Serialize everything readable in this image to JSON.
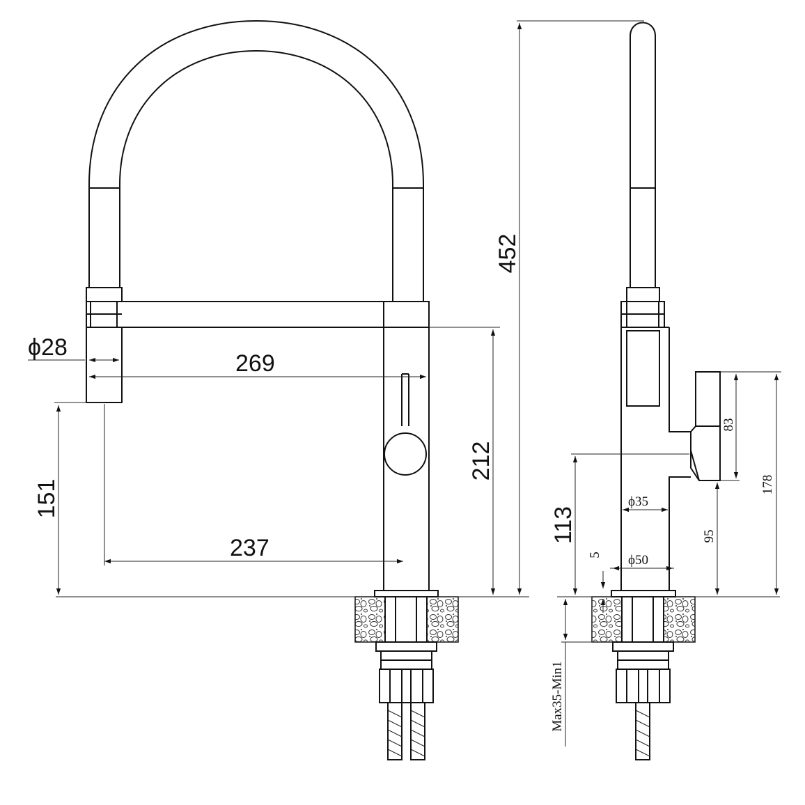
{
  "drawing": {
    "front_view": {
      "dim_outlet_diameter": "ϕ28",
      "dim_reach": "269",
      "dim_height_outlet": "151",
      "dim_lever_reach": "237",
      "dim_body_height": "212",
      "dim_total_height": "452"
    },
    "side_view": {
      "dim_handle_height": "83",
      "dim_handle_top": "178",
      "dim_handle_low": "95",
      "dim_lever_axis": "113",
      "dim_upper_diameter": "ϕ35",
      "dim_base_diameter": "ϕ50",
      "dim_base_ring": "5",
      "dim_deck_thickness": "Max35-Min1"
    }
  }
}
